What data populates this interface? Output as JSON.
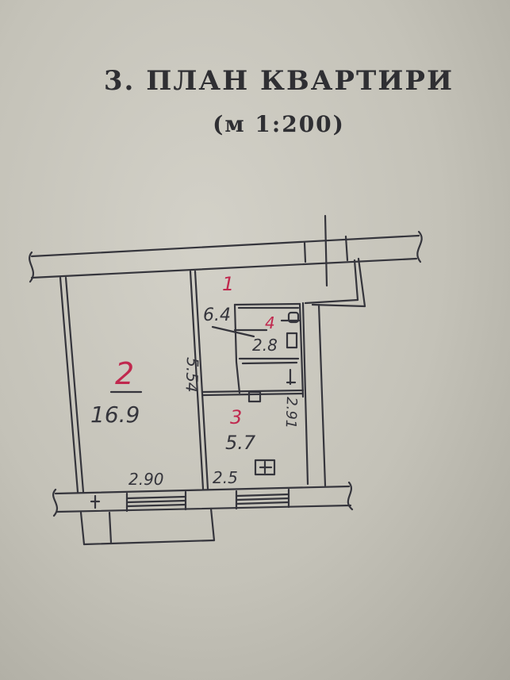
{
  "heading": {
    "title": "3. ПЛАН КВАРТИРИ",
    "scale": "(м 1:200)"
  },
  "rooms": [
    {
      "number": "1",
      "area": "6.4"
    },
    {
      "number": "2",
      "area": "16.9"
    },
    {
      "number": "3",
      "area": "5.7"
    },
    {
      "number": "4",
      "area": "2.8"
    }
  ],
  "dimensions": {
    "room2_depth": "5.54",
    "room3_depth": "2.91",
    "bottom_left_width": "2.90",
    "bottom_right_width": "2.5"
  },
  "colors": {
    "ink": "#35353c",
    "red_pen": "#c0284e",
    "paper": "#c8c6bc"
  }
}
